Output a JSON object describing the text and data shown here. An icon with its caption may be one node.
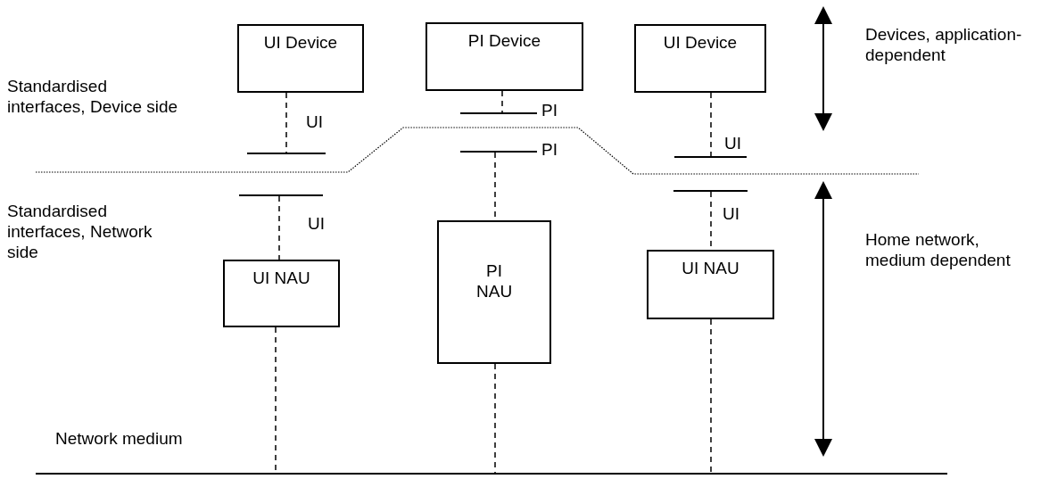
{
  "diagram": {
    "nodes": [
      {
        "text": [
          "UI Device"
        ]
      },
      {
        "text": [
          "PI Device"
        ]
      },
      {
        "text": [
          "UI Device"
        ]
      },
      {
        "text": [],
        "shape": "bar"
      },
      {
        "text": [],
        "shape": "bar"
      },
      {
        "text": [],
        "shape": "bar"
      },
      {
        "text": [],
        "shape": "bar"
      },
      {
        "text": [],
        "shape": "bar"
      },
      {
        "text": [],
        "shape": "bar"
      },
      {
        "text": [
          "UI NAU"
        ]
      },
      {
        "text": [
          "PI NAU"
        ]
      },
      {
        "text": [
          "UI NAU"
        ]
      },
      {
        "text": [],
        "shape": "bar"
      }
    ],
    "edges": [
      {
        "from": 0,
        "to": 3,
        "arrow": "none",
        "style": "dashed"
      },
      {
        "from": 1,
        "to": 4,
        "arrow": "none",
        "style": "dashed"
      },
      {
        "from": 2,
        "to": 5,
        "arrow": "none",
        "style": "dashed"
      },
      {
        "from": 7,
        "to": 9,
        "arrow": "none",
        "style": "dashed"
      },
      {
        "from": 6,
        "to": 10,
        "arrow": "none",
        "style": "dashed"
      },
      {
        "from": 8,
        "to": 11,
        "arrow": "none",
        "style": "dashed"
      },
      {
        "from": 9,
        "to": 12,
        "arrow": "none",
        "style": "dashed"
      },
      {
        "from": 10,
        "to": 12,
        "arrow": "none",
        "style": "dashed"
      },
      {
        "from": 11,
        "to": 12,
        "arrow": "none",
        "style": "dashed"
      }
    ],
    "labels": [
      "Devices, application-dependent",
      "Standardised interfaces, Device side",
      "PI",
      "UI",
      "UI",
      "PI",
      "Standardised interfaces, Network side",
      "UI",
      "UI",
      "Home network, medium dependent",
      "Network medium"
    ]
  }
}
